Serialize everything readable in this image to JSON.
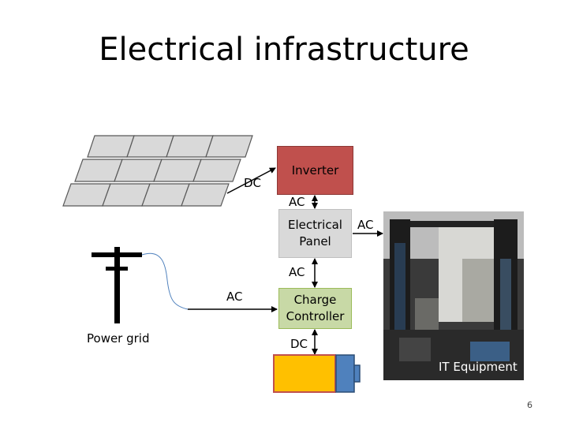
{
  "title": "Electrical infrastructure",
  "labels": {
    "dc_solar": "DC",
    "ac_inverter_panel": "AC",
    "ac_panel_it": "AC",
    "ac_panel_charge": "AC",
    "ac_grid": "AC",
    "dc_battery": "DC",
    "power_grid": "Power grid",
    "it_equipment": "IT Equipment"
  },
  "boxes": {
    "inverter": "Inverter",
    "panel_line1": "Electrical",
    "panel_line2": "Panel",
    "charge_line1": "Charge",
    "charge_line2": "Controller"
  },
  "page_number": "6",
  "colors": {
    "inverter": "#c0504d",
    "electrical_panel": "#d9d9d9",
    "charge_controller": "#c8d9a6",
    "battery_body": "#ffc000",
    "battery_terminal": "#4f81bd",
    "solar_cell": "#d9d9d9"
  },
  "icons": [
    "solar-panel-icon",
    "utility-pole-icon",
    "battery-icon",
    "server-rack-photo"
  ]
}
